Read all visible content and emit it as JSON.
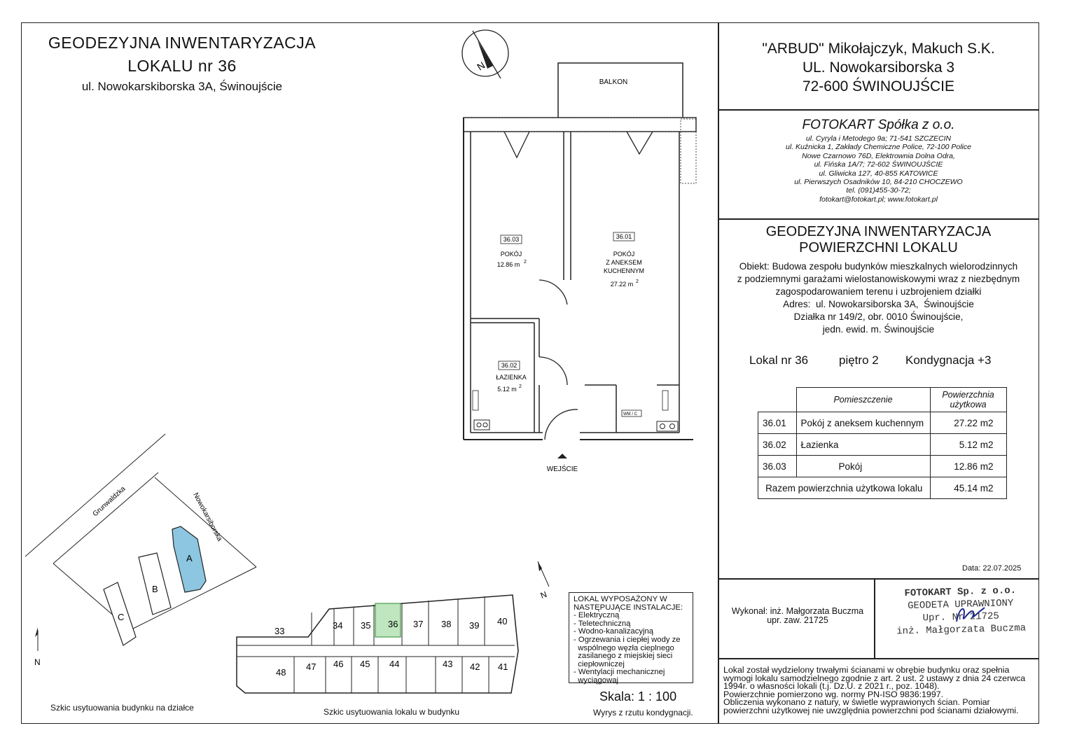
{
  "left_header": {
    "line1": "GEODEZYJNA INWENTARYZACJA",
    "line2": "LOKALU  nr  36",
    "line3": "ul. Nowokarskiborska 3A,  Świnoujście"
  },
  "company": {
    "line1": "\"ARBUD\" Mikołajczyk, Makuch S.K.",
    "line2": "UL. Nowokarsiborska 3",
    "line3": "72-600 ŚWINOUJŚCIE"
  },
  "fotokart": {
    "name": "FOTOKART Spółka z o.o.",
    "lines": [
      "ul. Cyryla i Metodego 9a; 71-541 SZCZECIN",
      "ul. Kuźnicka 1, Zakłady Chemiczne Police, 72-100 Police",
      "Nowe Czarnowo 76D, Elektrownia Dolna Odra,",
      "ul. Fińska 1A/7; 72-602 ŚWINOUJŚCIE",
      "ul. Gliwicka 127, 40-855 KATOWICE",
      "ul. Pierwszych Osadników 10, 84-210 CHOCZEWO",
      "tel. (091)455-30-72;",
      "fotokart@fotokart.pl; www.fotokart.pl"
    ]
  },
  "survey": {
    "title1": "GEODEZYJNA INWENTARYZACJA",
    "title2": "POWIERZCHNI LOKALU",
    "object_lines": [
      "Obiekt: Budowa zespołu budynków mieszkalnych wielorodzinnych",
      "z podziemnymi garażami wielostanowiskowymi wraz z niezbędnym",
      "zagospodarowaniem terenu i uzbrojeniem działki",
      "Adres:  ul. Nowokarsiborska 3A,  Świnoujście",
      "Działka nr 149/2, obr. 0010 Świnoujście,",
      "jedn. ewid. m. Świnoujście"
    ],
    "lokal_nr": "Lokal nr  36",
    "pietro": "piętro 2",
    "kondygnacja": "Kondygnacja +3"
  },
  "area_table": {
    "header_room": "Pomieszczenie",
    "header_area": "Powierzchnia użytkowa",
    "rows": [
      {
        "id": "36.01",
        "name": "Pokój z aneksem kuchennym",
        "area": "27.22 m2"
      },
      {
        "id": "36.02",
        "name": "Łazienka",
        "area": "5.12 m2"
      },
      {
        "id": "36.03",
        "name": "Pokój",
        "area": "12.86 m2"
      }
    ],
    "total_label": "Razem powierzchnia użytkowa lokalu",
    "total_value": "45.14 m2"
  },
  "date": "Data: 22.07.2025",
  "executor": {
    "line1": "Wykonał:  inż. Małgorzata Buczma",
    "line2": "upr. zaw. 21725"
  },
  "stamp": {
    "line1": "FOTOKART Sp. z o.o.",
    "line2": "GEODETA UPRAWNIONY",
    "line3": "Upr. Nr 21725",
    "line4": "inż. Małgorzata Buczma"
  },
  "legal_lines": [
    "Lokal został wydzielony trwałymi ścianami w obrębie budynku oraz spełnia",
    "wymogi lokalu samodzielnego zgodnie z art. 2 ust. 2 ustawy z dnia 24 czerwca",
    "1994r. o własności lokali (t.j. Dz.U. z 2021 r., poz. 1048).",
    "Powierzchnie pomierzono wg. normy PN-ISO 9836:1997.",
    "Obliczenia wykonano z natury, w świetle wyprawionych ścian. Pomiar",
    "powierzchni użytkowej nie uwzględnia powierzchni pod ścianami działowymi."
  ],
  "plan": {
    "balkon": "BALKON",
    "rooms": [
      {
        "id": "36.03",
        "name": "POKÓJ",
        "area": "12.86 m"
      },
      {
        "id": "36.01",
        "name": "POKÓJ Z ANEKSEM KUCHENNYM",
        "area": "27.22 m"
      },
      {
        "id": "36.02",
        "name": "ŁAZIENKA",
        "area": "5.12 m"
      }
    ],
    "room_names": {
      "r1": "POKÓJ",
      "r2a": "POKÓJ",
      "r2b": "Z ANEKSEM",
      "r2c": "KUCHENNYM",
      "r3": "ŁAZIENKA"
    },
    "sq": "2",
    "entrance": "WEJŚCIE",
    "wm": "WM / C",
    "north": "N"
  },
  "site_sketch": {
    "streets": [
      "Grunwaldzka",
      "Nowokarsiborska"
    ],
    "buildings": [
      "A",
      "B",
      "C"
    ],
    "caption": "Szkic usytuowania budynku na działce"
  },
  "building_sketch": {
    "top_units": [
      "33",
      "34",
      "35",
      "36",
      "37",
      "38",
      "39",
      "40"
    ],
    "bottom_units": [
      "48",
      "47",
      "46",
      "45",
      "44",
      "43",
      "42",
      "41"
    ],
    "caption": "Szkic usytuowania lokalu w budynku"
  },
  "installations": {
    "title1": "LOKAL WYPOSAŻONY W",
    "title2": "NASTĘPUJĄCE INSTALACJE:",
    "items": [
      "- Elektryczną",
      "- Teletechniczną",
      "- Wodno-kanalizacyjną",
      "- Ogrzewania i ciepłej wody ze",
      "  wspólnego węzła cieplnego",
      "  zasilanego z miejskiej sieci",
      "  ciepłowniczej",
      "- Wentylacji mechanicznej",
      "  wyciągowaj"
    ]
  },
  "scale": {
    "label": "Skala:  1 : 100",
    "note": "Wyrys z rzutu kondygnacji."
  }
}
